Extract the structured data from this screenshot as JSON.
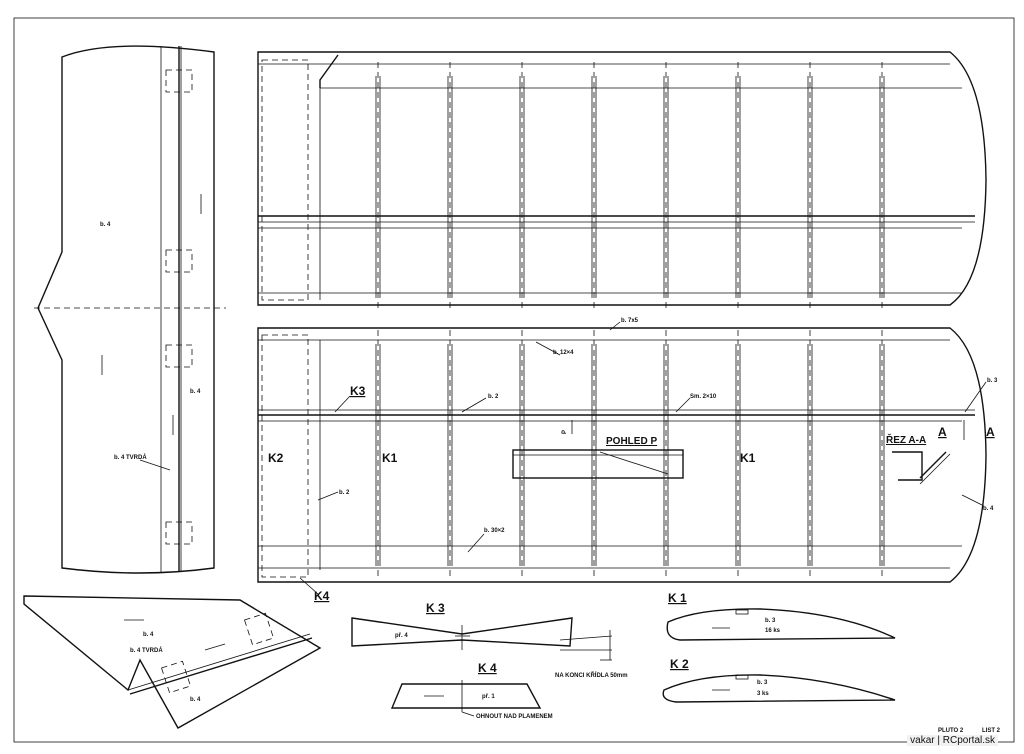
{
  "labels": {
    "tail_top": "b. 4",
    "tail_mid": "b. 4",
    "tail_hard": "b. 4 TVRDÁ",
    "b7x5": "b. 7x5",
    "b12x4": "b. 12×4",
    "b2_top": "b. 2",
    "sm2x10": "Sm. 2×10",
    "b3_right": "b. 3",
    "k3_marker": "K3",
    "k2_marker": "K2",
    "k1_left": "K1",
    "k1_right": "K1",
    "p_marker": "P",
    "pohled_p": "POHLED P",
    "rez_aa": "ŘEZ A-A",
    "a1": "A",
    "a2": "A",
    "b2_low": "b. 2",
    "b30x2": "b. 30×2",
    "b4_right": "b. 4",
    "k4_marker": "K4",
    "stab_b4_top": "b. 4",
    "stab_hard": "b. 4 TVRDÁ",
    "stab_b4_bot": "b. 4"
  },
  "details": {
    "k3": {
      "title": "K 3",
      "label": "př. 4",
      "note": "NA KONCI KŘÍDLA 50mm"
    },
    "k4": {
      "title": "K 4",
      "label": "př. 1",
      "note": "OHNOUT NAD PLAMENEM"
    },
    "k1": {
      "title": "K 1",
      "mat": "b. 3",
      "qty": "16 ks"
    },
    "k2": {
      "title": "K 2",
      "mat": "b. 3",
      "qty": "3 ks"
    }
  },
  "title_block": {
    "name": "PLUTO 2",
    "sheet": "LIST 2"
  },
  "watermark": "vakar | RCportal.sk"
}
